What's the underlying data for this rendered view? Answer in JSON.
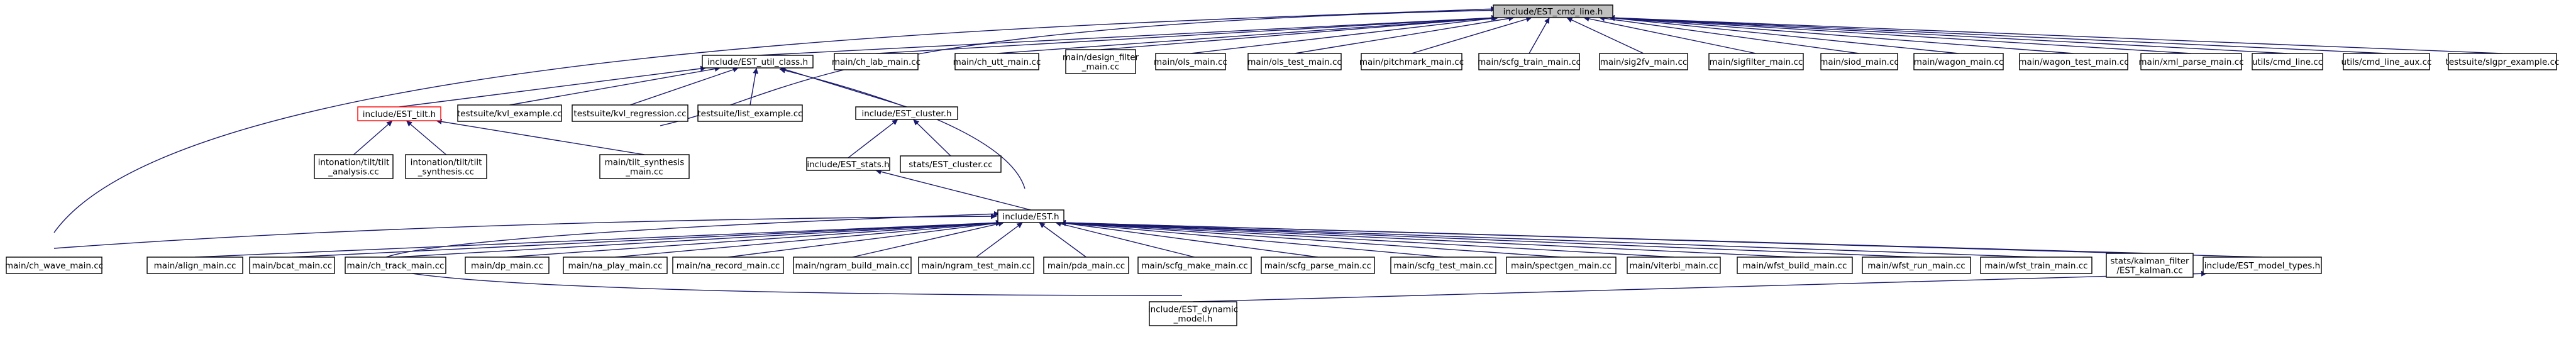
{
  "diagram": {
    "type": "include-dependency-graph",
    "edge_color": "#191970",
    "root_fill": "#bfbfbf",
    "nodes": [
      {
        "id": "root",
        "lines": [
          "include/EST_cmd_line.h"
        ],
        "style": "root"
      },
      {
        "id": "util_class",
        "lines": [
          "include/EST_util_class.h"
        ]
      },
      {
        "id": "ch_lab",
        "lines": [
          "main/ch_lab_main.cc"
        ]
      },
      {
        "id": "ch_utt",
        "lines": [
          "main/ch_utt_main.cc"
        ]
      },
      {
        "id": "design_filter",
        "lines": [
          "main/design_filter",
          "_main.cc"
        ]
      },
      {
        "id": "dp_ols",
        "lines": [
          "main/ols_main.cc"
        ]
      },
      {
        "id": "ols_test",
        "lines": [
          "main/ols_test_main.cc"
        ]
      },
      {
        "id": "pitchmark",
        "lines": [
          "main/pitchmark_main.cc"
        ]
      },
      {
        "id": "scfg_train",
        "lines": [
          "main/scfg_train_main.cc"
        ]
      },
      {
        "id": "sig2fv",
        "lines": [
          "main/sig2fv_main.cc"
        ]
      },
      {
        "id": "sigfilter",
        "lines": [
          "main/sigfilter_main.cc"
        ]
      },
      {
        "id": "siod",
        "lines": [
          "main/siod_main.cc"
        ]
      },
      {
        "id": "wagon",
        "lines": [
          "main/wagon_main.cc"
        ]
      },
      {
        "id": "wagon_test",
        "lines": [
          "main/wagon_test_main.cc"
        ]
      },
      {
        "id": "xml_parse",
        "lines": [
          "main/xml_parse_main.cc"
        ]
      },
      {
        "id": "utils_cmd",
        "lines": [
          "utils/cmd_line.cc"
        ]
      },
      {
        "id": "utils_cmd_aux",
        "lines": [
          "utils/cmd_line_aux.cc"
        ]
      },
      {
        "id": "slgpr",
        "lines": [
          "testsuite/slgpr_example.cc"
        ]
      },
      {
        "id": "tilt",
        "lines": [
          "include/EST_tilt.h"
        ],
        "style": "red"
      },
      {
        "id": "kvl_example",
        "lines": [
          "testsuite/kvl_example.cc"
        ]
      },
      {
        "id": "kvl_regression",
        "lines": [
          "testsuite/kvl_regression.cc"
        ]
      },
      {
        "id": "list_example",
        "lines": [
          "testsuite/list_example.cc"
        ]
      },
      {
        "id": "cluster_h",
        "lines": [
          "include/EST_cluster.h"
        ]
      },
      {
        "id": "tilt_analysis",
        "lines": [
          "intonation/tilt/tilt",
          "_analysis.cc"
        ]
      },
      {
        "id": "tilt_synthesis",
        "lines": [
          "intonation/tilt/tilt",
          "_synthesis.cc"
        ]
      },
      {
        "id": "main_tilt_synth",
        "lines": [
          "main/tilt_synthesis",
          "_main.cc"
        ]
      },
      {
        "id": "stats_h",
        "lines": [
          "include/EST_stats.h"
        ]
      },
      {
        "id": "est_cluster_cc",
        "lines": [
          "stats/EST_cluster.cc"
        ]
      },
      {
        "id": "est_h",
        "lines": [
          "include/EST.h"
        ]
      },
      {
        "id": "ch_wave",
        "lines": [
          "main/ch_wave_main.cc"
        ]
      },
      {
        "id": "align",
        "lines": [
          "main/align_main.cc"
        ]
      },
      {
        "id": "bcat",
        "lines": [
          "main/bcat_main.cc"
        ]
      },
      {
        "id": "ch_track",
        "lines": [
          "main/ch_track_main.cc"
        ]
      },
      {
        "id": "dp",
        "lines": [
          "main/dp_main.cc"
        ]
      },
      {
        "id": "na_play",
        "lines": [
          "main/na_play_main.cc"
        ]
      },
      {
        "id": "na_record",
        "lines": [
          "main/na_record_main.cc"
        ]
      },
      {
        "id": "ngram_build",
        "lines": [
          "main/ngram_build_main.cc"
        ]
      },
      {
        "id": "ngram_test",
        "lines": [
          "main/ngram_test_main.cc"
        ]
      },
      {
        "id": "pda",
        "lines": [
          "main/pda_main.cc"
        ]
      },
      {
        "id": "scfg_make",
        "lines": [
          "main/scfg_make_main.cc"
        ]
      },
      {
        "id": "scfg_parse",
        "lines": [
          "main/scfg_parse_main.cc"
        ]
      },
      {
        "id": "scfg_test",
        "lines": [
          "main/scfg_test_main.cc"
        ]
      },
      {
        "id": "spectgen",
        "lines": [
          "main/spectgen_main.cc"
        ]
      },
      {
        "id": "viterbi",
        "lines": [
          "main/viterbi_main.cc"
        ]
      },
      {
        "id": "wfst_build",
        "lines": [
          "main/wfst_build_main.cc"
        ]
      },
      {
        "id": "wfst_run",
        "lines": [
          "main/wfst_run_main.cc"
        ]
      },
      {
        "id": "wfst_train",
        "lines": [
          "main/wfst_train_main.cc"
        ]
      },
      {
        "id": "kalman",
        "lines": [
          "stats/kalman_filter",
          "/EST_kalman.cc"
        ]
      },
      {
        "id": "model_types",
        "lines": [
          "include/EST_model_types.h"
        ]
      },
      {
        "id": "dynamic_model",
        "lines": [
          "include/EST_dynamic",
          "_model.h"
        ]
      }
    ],
    "edges": [
      [
        "util_class",
        "root"
      ],
      [
        "ch_lab",
        "root"
      ],
      [
        "ch_utt",
        "root"
      ],
      [
        "design_filter",
        "root"
      ],
      [
        "dp_ols",
        "root"
      ],
      [
        "ols_test",
        "root"
      ],
      [
        "pitchmark",
        "root"
      ],
      [
        "scfg_train",
        "root"
      ],
      [
        "sig2fv",
        "root"
      ],
      [
        "sigfilter",
        "root"
      ],
      [
        "siod",
        "root"
      ],
      [
        "wagon",
        "root"
      ],
      [
        "wagon_test",
        "root"
      ],
      [
        "xml_parse",
        "root"
      ],
      [
        "utils_cmd",
        "root"
      ],
      [
        "utils_cmd_aux",
        "root"
      ],
      [
        "slgpr",
        "root"
      ],
      [
        "ch_wave",
        "root"
      ],
      [
        "main_tilt_synth",
        "root"
      ],
      [
        "tilt",
        "util_class"
      ],
      [
        "kvl_example",
        "util_class"
      ],
      [
        "kvl_regression",
        "util_class"
      ],
      [
        "list_example",
        "util_class"
      ],
      [
        "cluster_h",
        "util_class"
      ],
      [
        "est_h",
        "util_class"
      ],
      [
        "tilt_analysis",
        "tilt"
      ],
      [
        "tilt_synthesis",
        "tilt"
      ],
      [
        "main_tilt_synth",
        "tilt"
      ],
      [
        "stats_h",
        "cluster_h"
      ],
      [
        "est_cluster_cc",
        "cluster_h"
      ],
      [
        "est_h",
        "stats_h"
      ],
      [
        "ch_wave",
        "est_h"
      ],
      [
        "align",
        "est_h"
      ],
      [
        "bcat",
        "est_h"
      ],
      [
        "ch_track",
        "est_h"
      ],
      [
        "dp",
        "est_h"
      ],
      [
        "na_play",
        "est_h"
      ],
      [
        "na_record",
        "est_h"
      ],
      [
        "ngram_build",
        "est_h"
      ],
      [
        "ngram_test",
        "est_h"
      ],
      [
        "pda",
        "est_h"
      ],
      [
        "scfg_make",
        "est_h"
      ],
      [
        "scfg_parse",
        "est_h"
      ],
      [
        "scfg_test",
        "est_h"
      ],
      [
        "spectgen",
        "est_h"
      ],
      [
        "viterbi",
        "est_h"
      ],
      [
        "wfst_build",
        "est_h"
      ],
      [
        "wfst_run",
        "est_h"
      ],
      [
        "wfst_train",
        "est_h"
      ],
      [
        "kalman",
        "est_h"
      ],
      [
        "model_types",
        "est_h"
      ],
      [
        "dynamic_model",
        "est_h"
      ],
      [
        "dynamic_model",
        "model_types"
      ]
    ]
  }
}
